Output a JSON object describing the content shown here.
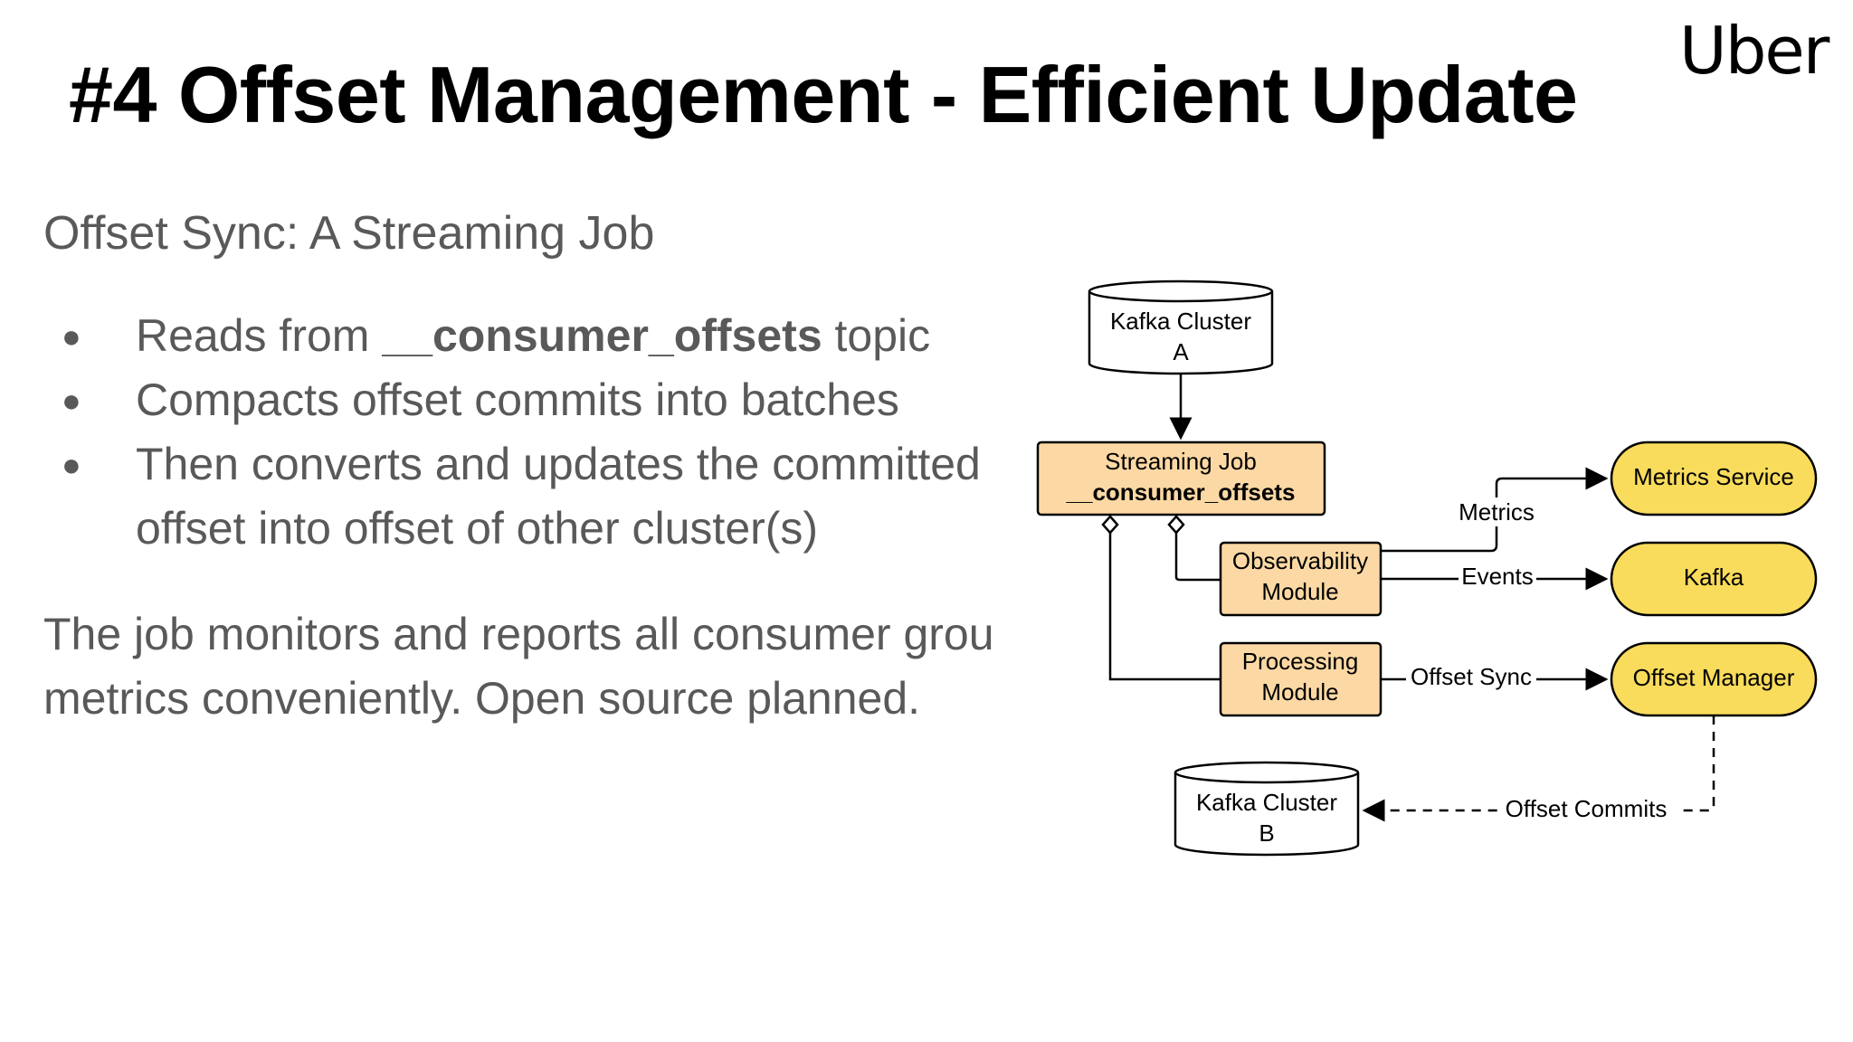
{
  "logo": "Uber",
  "title": "#4 Offset Management - Efficient Update",
  "subtitle": "Offset Sync: A Streaming Job",
  "bullets": [
    {
      "pre": "Reads from ",
      "bold": "__consumer_offsets",
      "post": " topic"
    },
    {
      "text": "Compacts offset commits into batches"
    },
    {
      "line1": "Then converts and updates the committed",
      "line2": "offset into offset of other cluster(s)"
    }
  ],
  "paragraph": {
    "line1": "The job monitors and reports all consumer grou",
    "line2": "metrics conveniently. Open source planned."
  },
  "diagram": {
    "kafka_a": {
      "line1": "Kafka Cluster",
      "line2": "A"
    },
    "streaming_job": {
      "line1": "Streaming Job",
      "line2": "__consumer_offsets"
    },
    "observability": {
      "line1": "Observability",
      "line2": "Module"
    },
    "processing": {
      "line1": "Processing",
      "line2": "Module"
    },
    "metrics_service": "Metrics Service",
    "kafka": "Kafka",
    "offset_manager": "Offset Manager",
    "kafka_b": {
      "line1": "Kafka Cluster",
      "line2": "B"
    },
    "edge_metrics": "Metrics",
    "edge_events": "Events",
    "edge_offset_sync": "Offset Sync",
    "edge_offset_commits": "Offset Commits",
    "colors": {
      "module_fill": "#fcd9a4",
      "service_fill": "#f9dc5c",
      "stroke": "#000000"
    }
  }
}
